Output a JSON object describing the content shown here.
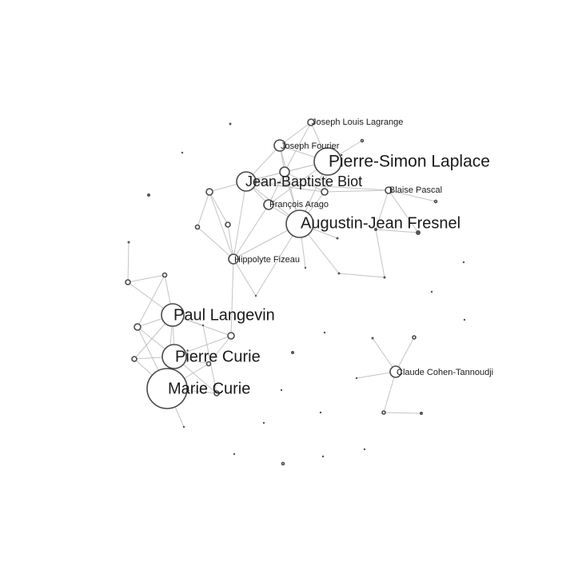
{
  "graph": {
    "nodes": [
      {
        "id": "laplace",
        "label": "Pierre-Simon Laplace",
        "size": "large"
      },
      {
        "id": "fresnel",
        "label": "Augustin-Jean Fresnel",
        "size": "large"
      },
      {
        "id": "biot",
        "label": "Jean-Baptiste Biot",
        "size": "large"
      },
      {
        "id": "langevin",
        "label": "Paul Langevin",
        "size": "large"
      },
      {
        "id": "pcurie",
        "label": "Pierre Curie",
        "size": "large"
      },
      {
        "id": "mcurie",
        "label": "Marie Curie",
        "size": "large"
      },
      {
        "id": "lagrange",
        "label": "Joseph Louis Lagrange",
        "size": "small"
      },
      {
        "id": "fourier",
        "label": "Joseph Fourier",
        "size": "small"
      },
      {
        "id": "pascal",
        "label": "Blaise Pascal",
        "size": "small"
      },
      {
        "id": "arago",
        "label": "François Arago",
        "size": "small"
      },
      {
        "id": "fizeau",
        "label": "Hippolyte Fizeau",
        "size": "small"
      },
      {
        "id": "cohen",
        "label": "Claude Cohen-Tannoudji",
        "size": "small"
      }
    ]
  }
}
